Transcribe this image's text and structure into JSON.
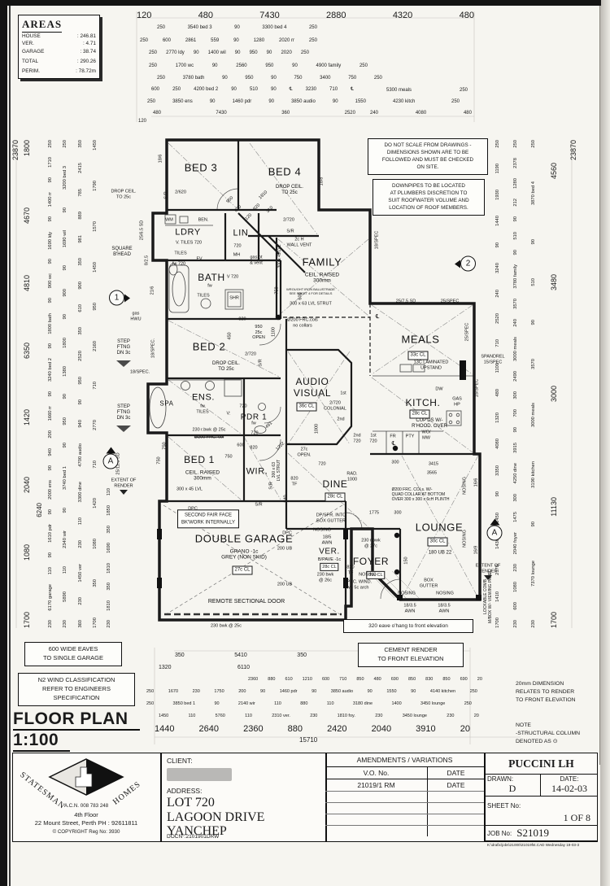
{
  "areas": {
    "title": "AREAS",
    "rows": [
      {
        "label": "HOUSE",
        "value": ": 246.81"
      },
      {
        "label": "VER.",
        "value": ":    4.71"
      },
      {
        "label": "GARAGE",
        "value": ":  38.74"
      },
      {
        "label": "TOTAL",
        "value": ": 290.26"
      },
      {
        "label": "PERIM.",
        "value": ":  78.72m"
      }
    ]
  },
  "top_dims": {
    "r0": [
      "120",
      "480",
      "7430",
      "2880",
      "4320",
      "480"
    ],
    "r1": [
      "250",
      "3540 bed 3",
      "90",
      "3300 bed 4",
      "250"
    ],
    "r2": [
      "250",
      "600",
      "2861",
      "559",
      "90",
      "1280",
      "2020 rr",
      "250"
    ],
    "r3": [
      "250",
      "2770 ldy",
      "90",
      "1400 wil",
      "90",
      "950",
      "90",
      "2020",
      "250"
    ],
    "r4": [
      "250",
      "1700 wc",
      "90",
      "2560",
      "950",
      "90",
      "4900 family",
      "250"
    ],
    "r5": [
      "250",
      "3780 bath",
      "90",
      "950",
      "90",
      "750",
      "3400",
      "750",
      "250"
    ],
    "r6": [
      "600",
      "250",
      "4200 bed 2",
      "90",
      "510",
      "90",
      "℄",
      "3230",
      "710",
      "℄"
    ],
    "r6b": [
      "5300 meals",
      "250"
    ],
    "r7": [
      "250",
      "3850 ens",
      "90",
      "1460 pdr",
      "90",
      "3850 audio",
      "90",
      "1550"
    ],
    "r7b": [
      "4230 kitch",
      "250"
    ],
    "r8": [
      "480",
      "7430",
      "360",
      "2520"
    ],
    "r8b": [
      "240",
      "4080",
      "480"
    ],
    "r9": [
      "120"
    ]
  },
  "bottom_dims": {
    "b0": [
      "350",
      "5410",
      "350"
    ],
    "b1": [
      "1320",
      "6110"
    ],
    "b2": [
      "2360",
      "880",
      "610",
      "1210",
      "600",
      "710",
      "850",
      "480",
      "690",
      "850",
      "830",
      "850",
      "690",
      "20"
    ],
    "b3": [
      "250",
      "1670",
      "230",
      "1750",
      "200",
      "90",
      "1460 pdr",
      "90",
      "3850 audio",
      "90",
      "1550",
      "90",
      "4140 kitchen",
      "250"
    ],
    "b4": [
      "250",
      "3850 bed 1",
      "90",
      "2140 wir",
      "110",
      "880",
      "110",
      "3180 dine",
      "1400",
      "3450 lounge",
      "250"
    ],
    "b5": [
      "1450",
      "110",
      "5760",
      "110",
      "2310 ver.",
      "230",
      "1810 foy.",
      "230",
      "3450 lounge",
      "230",
      "20"
    ],
    "b6": [
      "1440",
      "2640",
      "2360",
      "880",
      "2420",
      "2040",
      "3910",
      "20"
    ],
    "b7": [
      "15710"
    ]
  },
  "left_dims": {
    "l0": [
      "23870"
    ],
    "l1": [
      "1800",
      "4670",
      "4810",
      "6350",
      "1420",
      "2040",
      "1080",
      "1700"
    ],
    "l1b": [
      "6240"
    ],
    "l2": [
      "250",
      "1710",
      "90",
      "1400 rr",
      "90",
      "1690 ldy",
      "90",
      "900 wc",
      "90",
      "1800 bath",
      "90",
      "3240 bed 2",
      "90",
      "1660 rr",
      "200",
      "940",
      "90",
      "2000 ens",
      "90",
      "1610 pdr",
      "90",
      "110",
      "6170 garage",
      "230"
    ],
    "l3": [
      "250",
      "3200 bed 3",
      "90",
      "1690 wil",
      "90",
      "900",
      "90",
      "1800",
      "1380",
      "90",
      "950",
      "90",
      "3740 bed 1",
      "90",
      "2340 wir",
      "110",
      "5890",
      "230"
    ],
    "l4": [
      "350",
      "2415",
      "785",
      "889",
      "981",
      "350",
      "900",
      "610",
      "350",
      "2520",
      "950",
      "90",
      "940",
      "4700 audio",
      "3300 dine",
      "110",
      "230",
      "1450 ver",
      "230",
      "360"
    ],
    "l5": [
      "1450",
      "1790",
      "1570",
      "1450",
      "950",
      "2160",
      "710",
      "2770",
      "710",
      "1420",
      "1080",
      "350",
      "1700"
    ],
    "l6": [
      "110",
      "1850",
      "350",
      "1690",
      "1810",
      "350",
      "1810",
      "230"
    ]
  },
  "right_dims": {
    "rc1": [
      "250",
      "1190",
      "1930",
      "1440",
      "90",
      "3240",
      "240",
      "2520",
      "710",
      "1100",
      "480",
      "1320",
      "4080",
      "3350",
      "90",
      "1450",
      "1430",
      "2170",
      "1410",
      "1700"
    ],
    "rc2": [
      "250",
      "2378",
      "1280",
      "212",
      "90",
      "510",
      "90",
      "3780 family",
      "3570",
      "240",
      "3000 meals",
      "2490",
      "300",
      "700",
      "90",
      "3915",
      "4250 dine",
      "300",
      "1475",
      "2040 foyer",
      "230",
      "1080",
      "600",
      "230"
    ],
    "rc3": [
      "250",
      "3870 bed 4",
      "90",
      "510",
      "90",
      "3570",
      "3000 meals",
      "3190 kitchen",
      "90",
      "7370 lounge",
      "230"
    ],
    "rc4": [
      "4560",
      "3480",
      "3000",
      "11130",
      "1700"
    ],
    "rc5": [
      "23870"
    ]
  },
  "rooms": {
    "bed3": {
      "name": "BED 3"
    },
    "bed4": {
      "name": "BED 4",
      "sub": "DROP CEIL.\nTO 25c"
    },
    "ldry": {
      "name": "LDRY"
    },
    "lin": {
      "name": "LIN"
    },
    "bath": {
      "name": "BATH"
    },
    "family": {
      "name": "FAMILY",
      "sub": "CEIL. RAISED\n300mm"
    },
    "bed2": {
      "name": "BED 2",
      "sub": "DROP CEIL.\nTO 25c"
    },
    "meals": {
      "name": "MEALS",
      "cl": "33c CL"
    },
    "av": {
      "name": "AUDIO\nVISUAL",
      "cl": "36c CL"
    },
    "kitch": {
      "name": "KITCH.",
      "cl": "28c CL",
      "sub": "CUP'DS W/-\nR'HOOD. OVER"
    },
    "ens": {
      "name": "ENS."
    },
    "pdr": {
      "name": "PDR 1"
    },
    "bed1": {
      "name": "BED 1",
      "sub": "CEIL. RAISED\n300mm"
    },
    "wir": {
      "name": "WIR."
    },
    "dine": {
      "name": "DINE",
      "cl": "28c CL"
    },
    "lounge": {
      "name": "LOUNGE",
      "cl": "30c CL",
      "sub": "180 UB 22"
    },
    "garage": {
      "name": "DOUBLE GARAGE",
      "sub": "GRANO -1c\nGREY (NON SKID)",
      "cl": "27c CL",
      "door": "REMOTE SECTIONAL DOOR"
    },
    "ver": {
      "name": "VER.",
      "sub": "B/PAVE -1c",
      "cl": "28c CL"
    },
    "foyer": {
      "name": "FOYER",
      "cl": "31c CL"
    },
    "spa": {
      "name": "SPA"
    }
  },
  "ann": {
    "dropceil_bed3": "DROP CEIL.\nTO 25c",
    "sr_bed3": "S/R",
    "d2620": "2/620",
    "w186": "18/6",
    "w188": "18/8",
    "sd2565": "25/6.5 SD",
    "sqbhead": "SQUARE\nB'HEAD",
    "w825": "8/2.5",
    "w216": "21/6",
    "wm": "WM",
    "ben": "BEN.",
    "vtiles": "V.  TILES  720",
    "tiles_wc": "TILES",
    "fv": "FV",
    "fw720": "fw 720",
    "v720": "V  720",
    "fw_bath": "fw",
    "tiles_bath": "TILES",
    "shr_bath": "SHR",
    "l720": "720",
    "mh": "MH",
    "gaspt": "gas pt\n& vent",
    "d950": "950",
    "d820a": "820",
    "d1120": "1120",
    "d820b": "820",
    "d1810": "1810",
    "d310": "310",
    "d2720b4": "2/720",
    "sr_b4": "S/R",
    "wallvent": "2c H\nWALL VENT",
    "lvl45a": "300 x 45 LVL",
    "spec18r": "18/SPEC",
    "wrought": "WROUGHT IRON BALUSTRADE\nSEE SHEET 4 FOR DETAILS",
    "strut63": "300 x 63 LVL STRUT",
    "frccols": "Ø200 FRC.cols\nno collars",
    "open950": "950\n25c\nOPEN",
    "d450": "450",
    "d820c": "820",
    "d1100": "1100",
    "d2720b2": "2/720",
    "sr_b2": "S/R",
    "gashwu": "gas\nHWU",
    "step1": "STEP\nFTNG\nDN 3c",
    "step2": "STEP\nFTNG\nDN 3c",
    "spec18a": "18/SPEC.",
    "spec18b": "18/SPEC.",
    "sd2575": "25/7.5 SD",
    "spec25a": "25/SPEC",
    "spec25b": "25/SPEC",
    "lam13c": "13C LAMINATED\nUPSTAND",
    "spandrel": "SPANDREL\n15/SPEC",
    "spec15": "15/SPEC",
    "dw": "DW",
    "gashp": "GAS\nHP",
    "fr": "FR",
    "pty": "PTY",
    "womw": "WO/\nMW",
    "st1a": "1st",
    "col2720": "2/720\nCOLONIAL",
    "nd2a": "2nd",
    "nd2b": "2nd\n720",
    "st1b": "1st\n720",
    "open27": "27c\nOPEN.",
    "rad1000": "RAD.\n1000",
    "d3415": "3415",
    "d3565": "3565",
    "quad": "Ø200 FRC. COLs.  W/-\nQUAD COLLAR AT BOTTOM\nOVER 300 x 300 x 6cH PLINTH",
    "d1775": "1775",
    "d300a": "300",
    "d300b": "300",
    "dpspr": "DP/SPR. INTO\nBOX GUTTER",
    "nosing1": "NOSING",
    "awn185": "18/5\nAWN",
    "d1202": "1202",
    "d491": "491",
    "d1000v": "1000",
    "tf820a": "820\nTF",
    "d840": "840",
    "sr_wir": "S/R",
    "d720wir": "720",
    "sr_gar": "S/R",
    "dpc1": "DPC",
    "dpc2": "DPC",
    "fairface": "SECOND FAIR FACE\nBK'WORK INTERNALLY",
    "ub200a": "200 UB",
    "ub200b": "200 UB",
    "bwk230_25": "230 bwk  @  25c",
    "lvl45b": "300 x 45 LVL",
    "strut63v": "300 x 63\nLVL STRUT",
    "d750a": "750",
    "d750b": "750",
    "d750c": "750",
    "d750d": "750",
    "d600v": "600",
    "rbwk230": "230 r.bwk  @  25c",
    "fhccol": "Ø200 FHC. col",
    "d600b": "600",
    "d820d": "820",
    "sd2511": "25/11.5 SD",
    "extent1": "EXTENT OF\nRENDER",
    "extent2": "EXTENT OF\nRENDER",
    "rbwk27": "230 r.bwk\n@ 27c",
    "tf820b": "820\nTF",
    "nosing2": "NOSING",
    "specwind": "SPEC. WIND.\nw/- 5c arch",
    "d150": "150",
    "boxgutter": "BOX\nGUTTER",
    "nosing3": "NOSING",
    "nosing4": "NOSING",
    "awn1835a": "18/3.5\nAWN",
    "awn1835b": "18/3.5\nAWN",
    "nosingv1": "NOSING",
    "nosingv2": "NOSING",
    "w166": "16/6",
    "w169": "16/9",
    "bwk26": "230 bwk\n@ 26c",
    "lockable": "LOCKABLE COMB.\nM/BOX W/- VIEWING PANEL",
    "cl1": "℄",
    "cl2": "℄",
    "fw_ens": "fw\nTILES",
    "v_pdr": "V:",
    "fw_pdr": "fw",
    "p720a": "720",
    "p720b": "720"
  },
  "notes": {
    "do_not_scale": "DO NOT SCALE FROM DRAWINGS -\nDIMENSIONS SHOWN ARE TO BE\nFOLLOWED AND MUST BE CHECKED\nON SITE.",
    "downpipes": "DOWNPIPES TO BE LOCATED\nAT PLUMBERS DISCRETION TO\nSUIT ROOFWATER VOLUME AND\nLOCATION OF ROOF MEMBERS.",
    "eaves": "600 WIDE EAVES\nTO SINGLE GARAGE",
    "wind": "N2 WIND CLASSIFICATION\nREFER TO ENGINEERS\nSPECIFICATION",
    "eave320": "320 eave o'hang to front elevation",
    "cement": "CEMENT RENDER\nTO FRONT ELEVATION",
    "d20mm": "20mm DIMENSION\nRELATES TO RENDER\nTO FRONT ELEVATION",
    "structural": "NOTE\n-STRUCTURAL COLUMN\nDENOTED AS ⊙"
  },
  "floor_plan_title": {
    "line1": "FLOOR PLAN",
    "line2": "1:100"
  },
  "markers": {
    "m1": "1",
    "m2": "2",
    "ma1": "A",
    "ma2": "A"
  },
  "title_block": {
    "logo_name1": "STATESMAN",
    "logo_name2": "HOMES",
    "acn": "A.C.N.   008 783 248",
    "floor": "4th Floor",
    "street": "22 Mount Street, Perth   PH : 92611811",
    "copyright": "© COPYRIGHT    Reg No: 3930",
    "client_label": "CLIENT:",
    "address_label": "ADDRESS:",
    "address": "LOT 720\nLAGOON DRIVE\nYANCHEP",
    "docn": "DOCN°:2101901DRW",
    "amendments": "AMENDMENTS / VARIATIONS",
    "vo_no": "V.O. No.",
    "date_hdr": "DATE",
    "vo_row": "21019/1    RM",
    "vo_row_date": "DATE",
    "model": "PUCCINI LH",
    "drawn_label": "DRAWN:",
    "drawn": "D",
    "date_label": "DATE:",
    "date": "14-02-03",
    "sheet_label": "SHEET No:",
    "sheet": "1 OF 8",
    "job_label": "JOB No:",
    "job": "S21019",
    "footer": "K:\\drafix\\jobs\\21000\\21019fst.CAD   Wednesday 19-03-3"
  }
}
